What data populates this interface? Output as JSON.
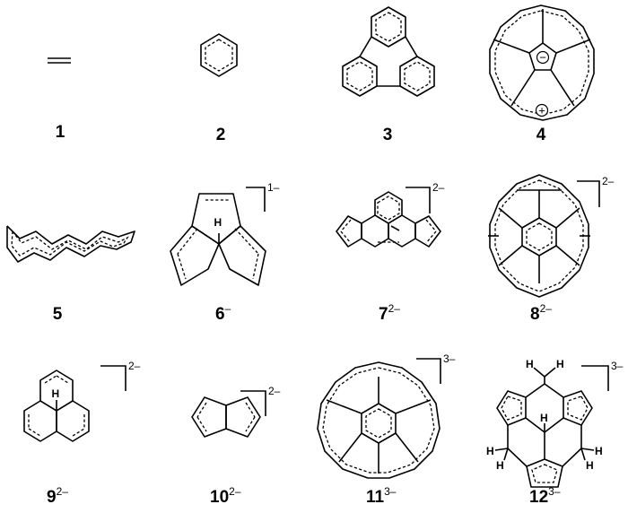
{
  "figure": {
    "compounds": [
      {
        "id": "1",
        "number": "1",
        "charge": ""
      },
      {
        "id": "2",
        "number": "2",
        "charge": ""
      },
      {
        "id": "3",
        "number": "3",
        "charge": ""
      },
      {
        "id": "4",
        "number": "4",
        "charge": ""
      },
      {
        "id": "5",
        "number": "5",
        "charge": ""
      },
      {
        "id": "6",
        "number": "6",
        "charge": "–"
      },
      {
        "id": "7",
        "number": "7",
        "charge": "2–"
      },
      {
        "id": "8",
        "number": "8",
        "charge": "2–"
      },
      {
        "id": "9",
        "number": "9",
        "charge": "2–"
      },
      {
        "id": "10",
        "number": "10",
        "charge": "2–"
      },
      {
        "id": "11",
        "number": "11",
        "charge": "3–"
      },
      {
        "id": "12",
        "number": "12",
        "charge": "3–"
      }
    ],
    "bracket_charges": {
      "c6": "1–",
      "c7": "2–",
      "c8": "2–",
      "c9": "2–",
      "c10": "2–",
      "c11": "3–",
      "c12": "3–"
    },
    "atom_labels": {
      "hydrogen": "H"
    },
    "ring_charges": {
      "c4_minus": "−",
      "c4_plus": "+"
    }
  }
}
